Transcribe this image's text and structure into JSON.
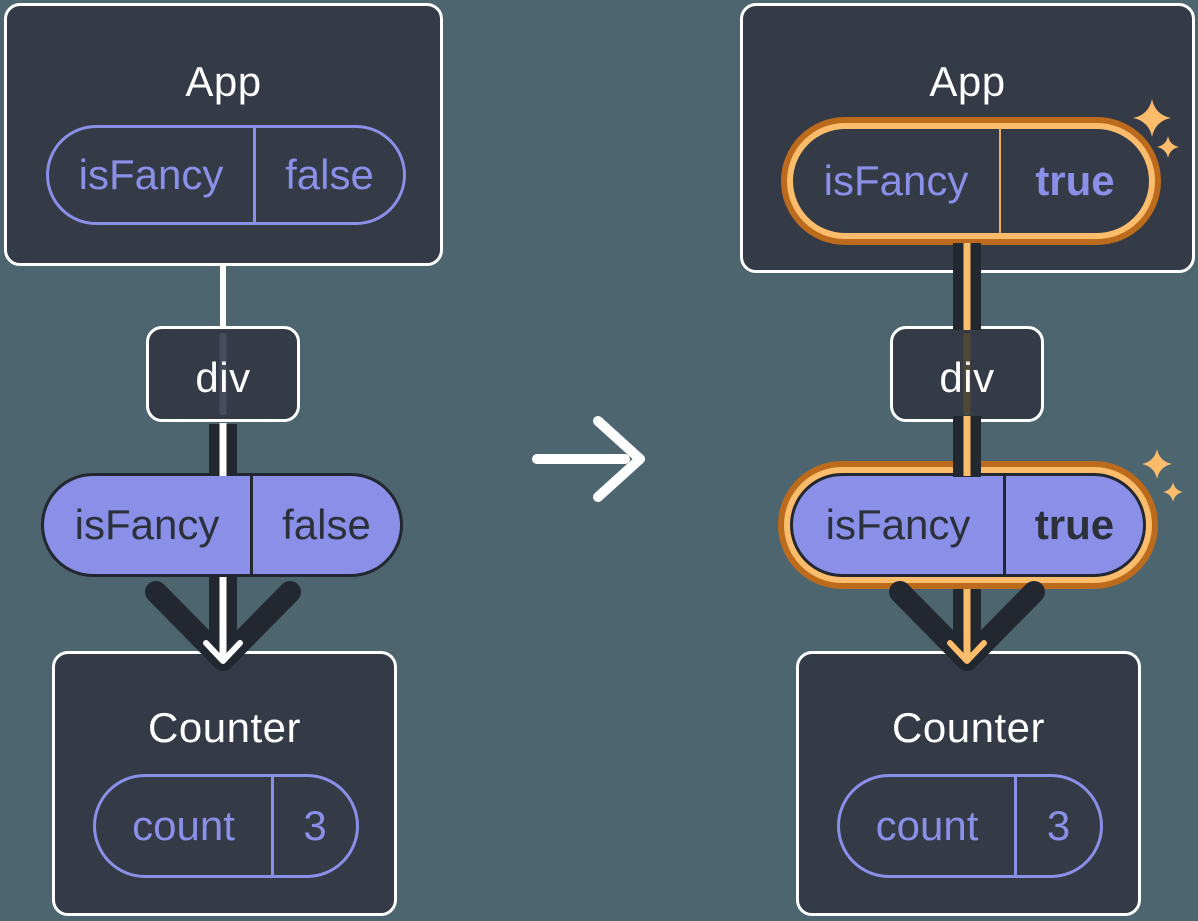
{
  "diagram_title": "state-passed-down-as-props-before-and-after",
  "colors": {
    "background": "#4D656E",
    "node_fill": "#343A46",
    "node_border": "#FFFFFF",
    "purple": "#8A8FE8",
    "dark": "#23272F",
    "highlight_orange_light": "#FBBD6C",
    "highlight_orange_dark": "#BC6A1C",
    "arrow_white": "#FFFFFF"
  },
  "icons": {
    "transition": "right-arrow-icon",
    "highlight": "sparkle-icon"
  },
  "left_tree": {
    "app": {
      "title": "App",
      "prop_name": "isFancy",
      "prop_value": "false"
    },
    "middle": {
      "title": "div"
    },
    "passed_prop": {
      "name": "isFancy",
      "value": "false"
    },
    "counter": {
      "title": "Counter",
      "state_name": "count",
      "state_value": "3"
    }
  },
  "right_tree": {
    "app": {
      "title": "App",
      "prop_name": "isFancy",
      "prop_value": "true"
    },
    "middle": {
      "title": "div"
    },
    "passed_prop": {
      "name": "isFancy",
      "value": "true"
    },
    "counter": {
      "title": "Counter",
      "state_name": "count",
      "state_value": "3"
    }
  }
}
